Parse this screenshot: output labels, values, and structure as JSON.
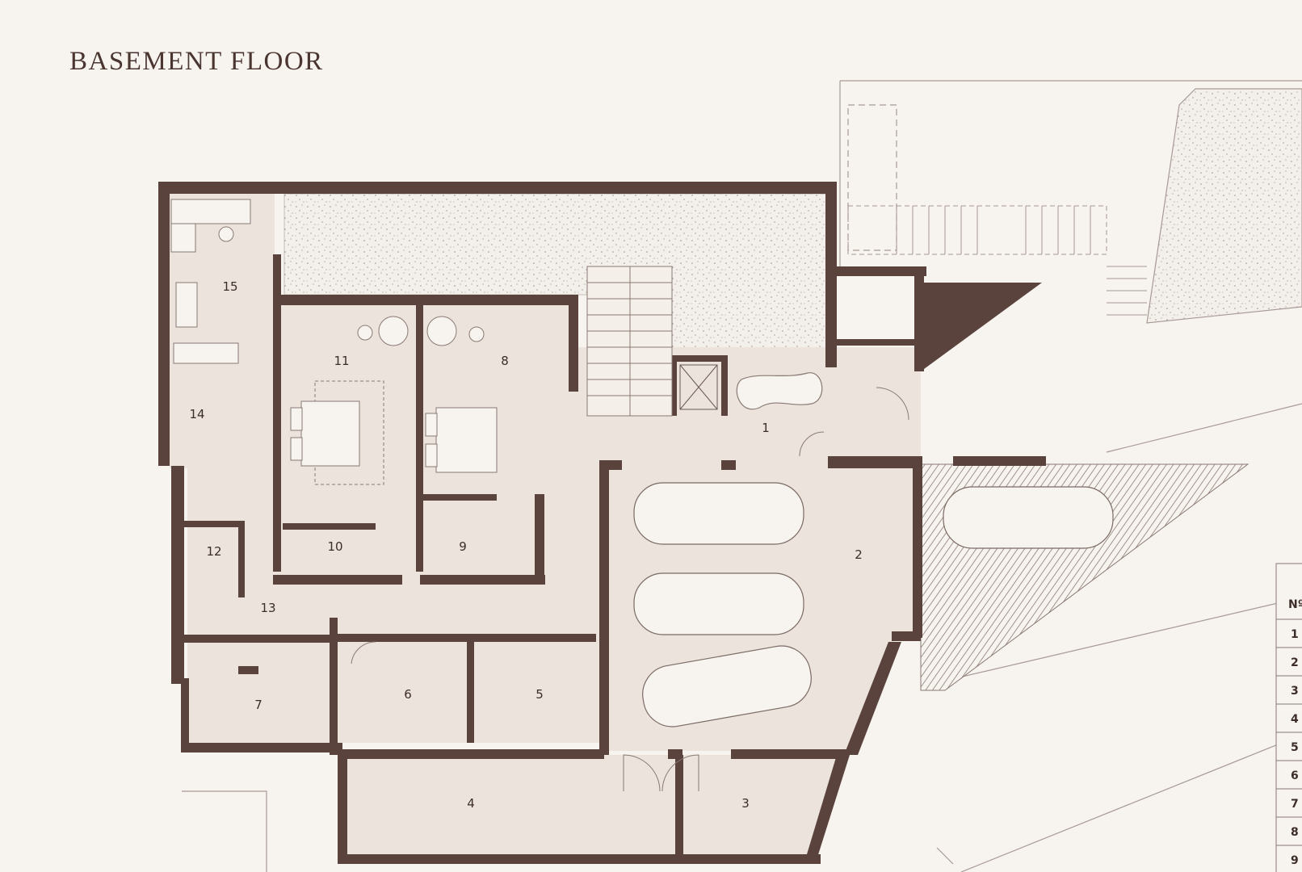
{
  "title": "BASEMENT FLOOR",
  "colors": {
    "wall": "#5a423d",
    "floor": "#ebe3dc",
    "background": "#f7f3ef",
    "line": "#8a7a73"
  },
  "rooms": [
    "1",
    "2",
    "3",
    "4",
    "5",
    "6",
    "7",
    "8",
    "9",
    "10",
    "11",
    "12",
    "13",
    "14",
    "15"
  ],
  "legend_table": {
    "header": "Nº",
    "rows": [
      "1",
      "2",
      "3",
      "4",
      "5",
      "6",
      "7",
      "8",
      "9"
    ]
  }
}
